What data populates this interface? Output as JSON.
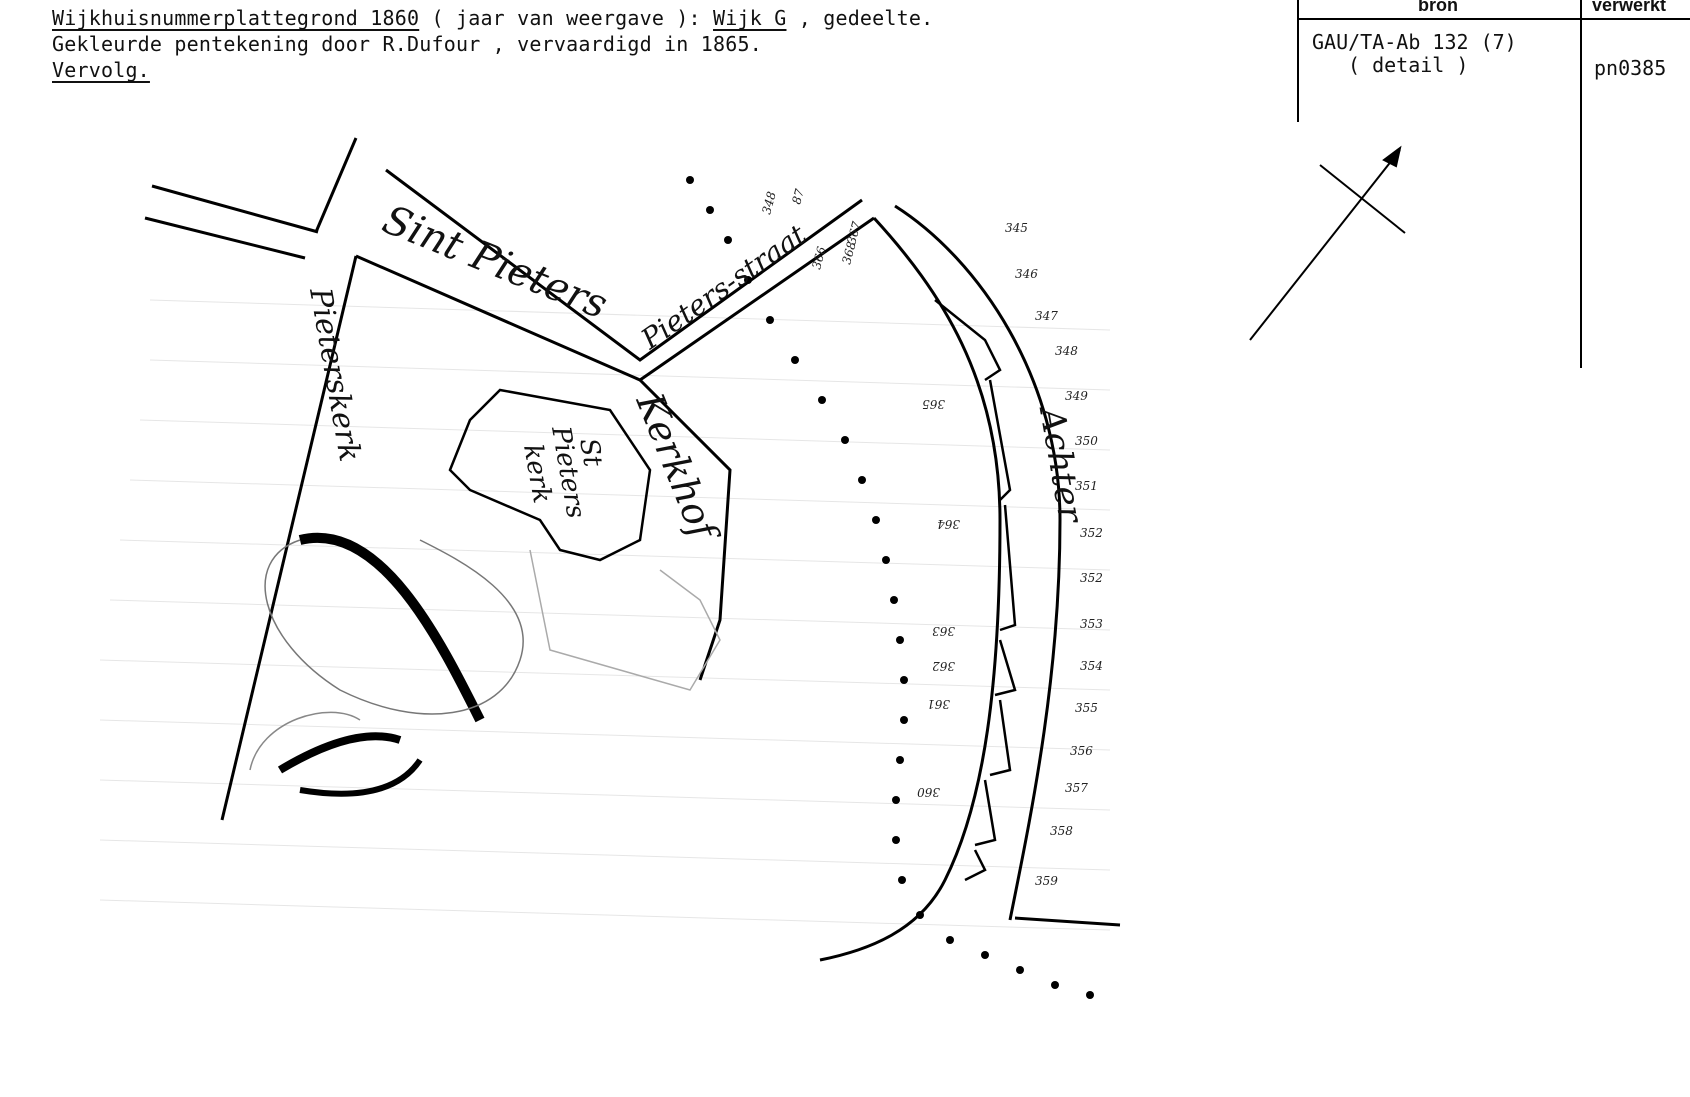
{
  "header": {
    "line1_part1": "Wijkhuisnummerplattegrond 1860",
    "line1_part2": " ( jaar van weergave ): ",
    "line1_part3": "Wijk G",
    "line1_part4": " , gedeelte.",
    "line2": "Gekleurde pentekening door R.Dufour , vervaardigd in 1865.",
    "line3": "Vervolg."
  },
  "source_table": {
    "col1_header": "bron",
    "col2_header": "verwerkt",
    "source_line1": "GAU/TA-Ab 132 (7)",
    "source_line2": "( detail )",
    "processed_id": "pn0385"
  },
  "map": {
    "street_labels": [
      "Sint Pieters",
      "Kerkhof",
      "Achter",
      "Pieters-straat",
      "Pieterskerk"
    ],
    "church_label_1": "St",
    "church_label_2": "Pieters",
    "church_label_3": "kerk",
    "right_numbers": [
      "345",
      "346",
      "347",
      "348",
      "349",
      "350",
      "351",
      "352",
      "352",
      "353",
      "354",
      "355",
      "356",
      "357",
      "358",
      "359"
    ],
    "inner_numbers": [
      "365",
      "364",
      "363",
      "362",
      "361",
      "360"
    ],
    "top_numbers": [
      "348",
      "87",
      "367",
      "368",
      "366"
    ]
  }
}
